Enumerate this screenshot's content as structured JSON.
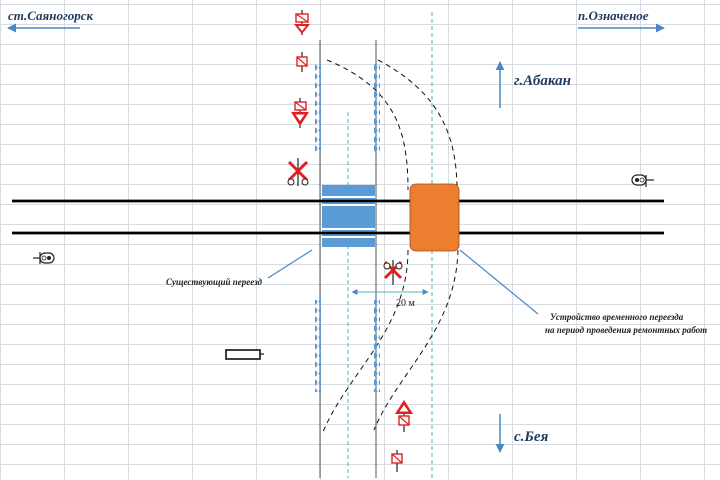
{
  "stations": {
    "left": "ст.Саяногорск",
    "right": "п.Означеное"
  },
  "directions": {
    "up": "г.Абакан",
    "down": "с.Бея"
  },
  "annotations": {
    "existing_crossing": "Существующий переезд",
    "temporary_crossing_line1": "Устройство временного переезда",
    "temporary_crossing_line2": "на период проведения ремонтных работ",
    "distance": "20 м"
  },
  "colors": {
    "existing_crossing": "#5b9bd5",
    "temporary_crossing": "#ed7d31",
    "arrows": "#4a86c5",
    "signal_red": "#e02020",
    "markers": "#5b9bd5"
  },
  "icons": [
    "no-overtaking-sign-icon",
    "yield-sign-icon",
    "railway-crossing-cross-icon",
    "traffic-light-signal-icon",
    "barrier-icon"
  ]
}
